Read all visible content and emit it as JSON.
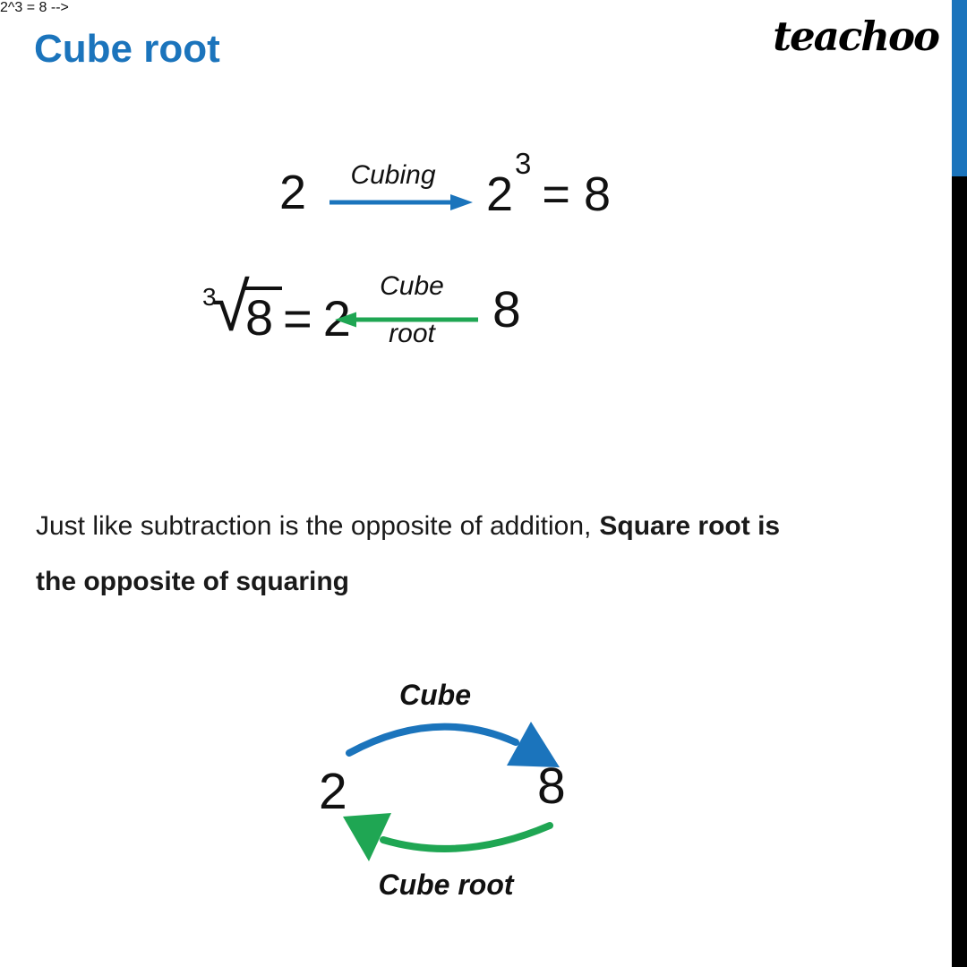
{
  "header": {
    "title": "Cube root",
    "logo_text": "teachoo"
  },
  "colors": {
    "blue": "#1b74bc",
    "green": "#1fa653",
    "bar_black": "#000000",
    "text": "#111111"
  },
  "equation_cubing": {
    "input": "2",
    "arrow_label": "Cubing",
    "result_base": "2",
    "result_exponent": "3",
    "result_tail": "= 8"
  },
  "equation_cube_root": {
    "root_index": "3",
    "radical_sign": "√",
    "radicand": "8",
    "equals_sign": "=",
    "result_value": "2",
    "arrow_label_line1": "Cube",
    "arrow_label_line2": "root",
    "source_value": "8"
  },
  "paragraph": {
    "line1_regular": "Just like subtraction is the opposite of addition,",
    "line1_bold": "Square root is",
    "line2_bold": "the opposite of squaring"
  },
  "cycle_diagram": {
    "top_label": "Cube",
    "bottom_label": "Cube root",
    "left_value": "2",
    "right_value": "8"
  }
}
